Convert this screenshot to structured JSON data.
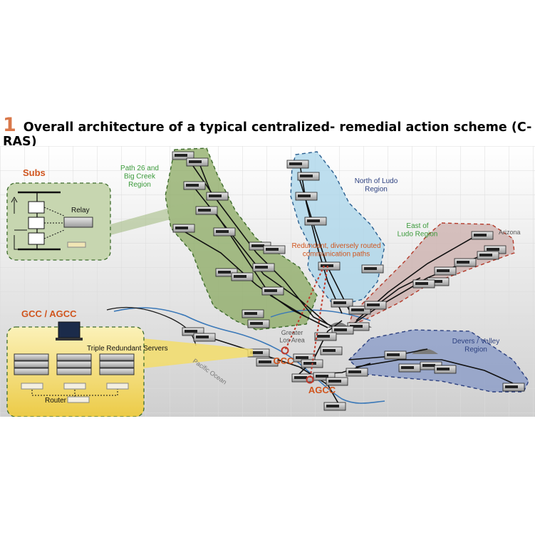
{
  "figure": {
    "number": "1",
    "title": "Overall architecture of a typical centralized- remedial action scheme (C-RAS)"
  },
  "regions": {
    "path26": "Path 26 and\nBig Creek\nRegion",
    "north_ludo": "North of Ludo\nRegion",
    "east_ludo": "East of\nLudo Region",
    "arizona": "Arizona",
    "devers": "Devers / Valley\nRegion",
    "greater_la": "Greater\nLos Area",
    "pacific": "Pacific Ocean"
  },
  "subs_box": {
    "title": "Subs",
    "relay_label": "Relay"
  },
  "gcc_box": {
    "title": "GCC / AGCC",
    "servers_label": "Triple Redundant Servers",
    "router_label": "Router"
  },
  "control_centers": {
    "gcc": "GCC",
    "agcc": "AGCC"
  },
  "annotation": "Redundant, diversely routed\ncommunication paths",
  "colors": {
    "title_number": "#d9784a",
    "subs_label": "#d0551e",
    "green_region": "#8aa860",
    "blue_region": "#a8d4ea",
    "red_dash": "#b43a2a",
    "devers_region": "#7f93c4",
    "yellow_box": "#f3dd6a",
    "path_text": "#3a9a3a",
    "region_text": "#2b3f7f"
  }
}
